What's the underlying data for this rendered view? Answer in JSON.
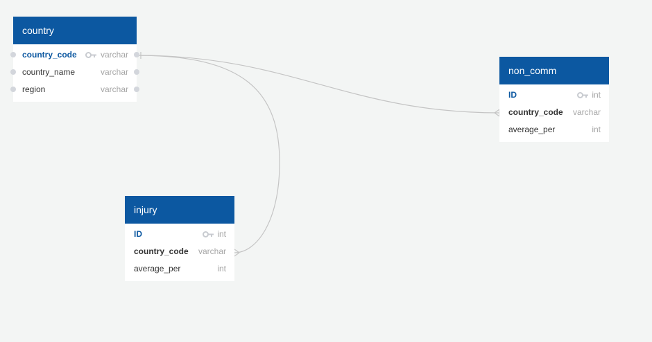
{
  "tables": {
    "country": {
      "name": "country",
      "fields": [
        {
          "name": "country_code",
          "type": "varchar"
        },
        {
          "name": "country_name",
          "type": "varchar"
        },
        {
          "name": "region",
          "type": "varchar"
        }
      ]
    },
    "non_comm": {
      "name": "non_comm",
      "fields": [
        {
          "name": "ID",
          "type": "int"
        },
        {
          "name": "country_code",
          "type": "varchar"
        },
        {
          "name": "average_per",
          "type": "int"
        }
      ]
    },
    "injury": {
      "name": "injury",
      "fields": [
        {
          "name": "ID",
          "type": "int"
        },
        {
          "name": "country_code",
          "type": "varchar"
        },
        {
          "name": "average_per",
          "type": "int"
        }
      ]
    }
  },
  "relationships": [
    {
      "from": "country.country_code",
      "to": "non_comm.country_code",
      "cardinality": "one-to-many"
    },
    {
      "from": "country.country_code",
      "to": "injury.country_code",
      "cardinality": "one-to-many"
    }
  ],
  "colors": {
    "header": "#0c58a1",
    "background": "#f3f5f4",
    "connector": "#c4c4c4",
    "type_text": "#a6a6a6",
    "key_icon": "#c8cbd0"
  },
  "icons": {
    "primary_key": "key-icon",
    "connector": "field-connector-dot"
  }
}
